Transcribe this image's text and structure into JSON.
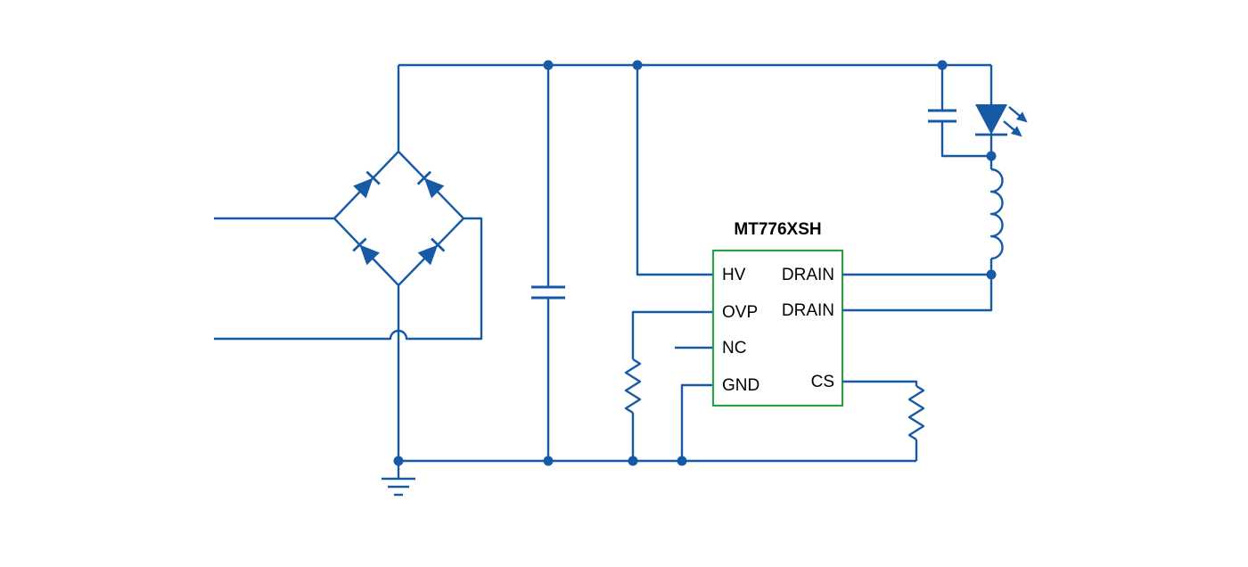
{
  "schematic": {
    "ic": {
      "label": "MT776XSH",
      "left_pins": [
        "HV",
        "OVP",
        "NC",
        "GND"
      ],
      "right_pins": [
        "DRAIN",
        "DRAIN",
        "CS"
      ]
    },
    "colors": {
      "wire": "#1659a4",
      "ic_border": "#2f9e44",
      "label_text": "#000000",
      "background": "#ffffff"
    },
    "components": [
      "bridge-rectifier",
      "bulk-capacitor",
      "ovp-resistor",
      "cs-resistor",
      "output-capacitor",
      "led",
      "inductor",
      "ground-symbol"
    ]
  }
}
